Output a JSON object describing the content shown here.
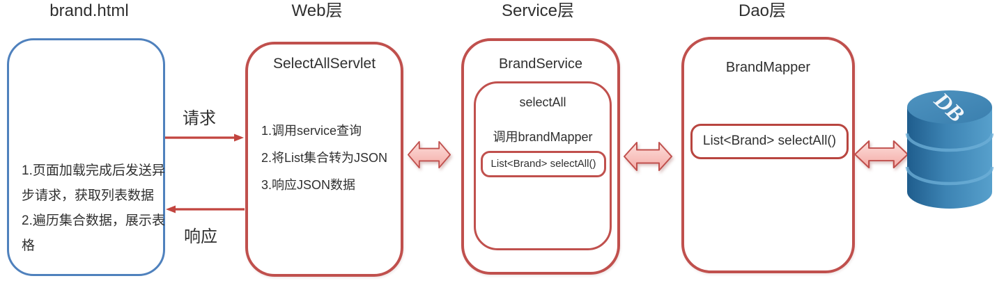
{
  "titles": {
    "browser": "brand.html",
    "web": "Web层",
    "service": "Service层",
    "dao": "Dao层"
  },
  "browser": {
    "lines": [
      "1.页面加载完成后发送异",
      "步请求，获取列表数据",
      "2.遍历集合数据，展示表",
      "格"
    ]
  },
  "flow": {
    "request": "请求",
    "response": "响应"
  },
  "web": {
    "title": "SelectAllServlet",
    "steps": [
      "1.调用service查询",
      "2.将List集合转为JSON",
      "3.响应JSON数据"
    ]
  },
  "service": {
    "title": "BrandService",
    "method_name": "selectAll",
    "call_note": "调用brandMapper",
    "method_signature": "List<Brand> selectAll()"
  },
  "dao": {
    "title": "BrandMapper",
    "method_signature": "List<Brand> selectAll()"
  },
  "db": {
    "label": "DB"
  },
  "colors": {
    "box_blue": "#4f81bd",
    "box_red": "#c0504d",
    "arrow_line_red": "#c2453f",
    "double_arrow_fill_top": "#fcdedb",
    "double_arrow_fill_bottom": "#f4aba6",
    "db_dark": "#1f5d8d",
    "db_mid": "#3c83b3",
    "db_light": "#57a0cc",
    "db_top": "#4488b5",
    "text": "#303030"
  }
}
